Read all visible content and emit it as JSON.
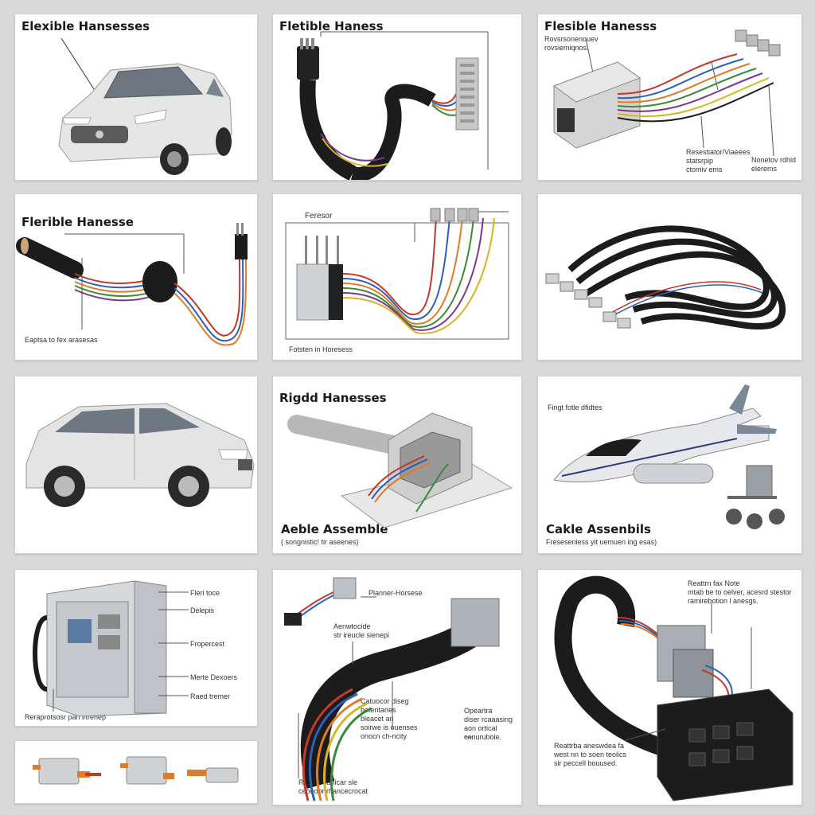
{
  "panels": {
    "p1": {
      "title": "Elexible Hansesses"
    },
    "p2": {
      "title": "Fletible Haness"
    },
    "p3": {
      "title": "Flesible Hanesss",
      "label_a": "Rovsrsonenouev\nrovsiemiqnos.",
      "label_b": "Resestiator/Viaeees\nstatsrpip\nctomiv ems",
      "label_c": "Nonetov rdhid\nelerems"
    },
    "p4": {
      "title": "Flerible Hanesse",
      "caption": "Eaptsa to fex arasesas"
    },
    "p5": {
      "label_top": "Feresor",
      "caption": "Fotsten in Horesess"
    },
    "p7": {},
    "p8": {
      "title": "Rigdd Hanesses",
      "caption_title": "Aeble Assemble",
      "caption": "( songnistic! tir aseenes)"
    },
    "p9": {
      "label_top": "Fingt fotle dfidtes",
      "caption_title": "Cakle Assenbils",
      "caption": "Freseseniess yit uemuen ing esas)"
    },
    "p10": {
      "labels": [
        "Fleri toce",
        "Delepis",
        "Fropercest",
        "Merte Dexoers",
        "Raed tremer"
      ],
      "caption": "Reraprotsosr pan l/trenep"
    },
    "p11": {
      "label_a": "Planner-Horsese",
      "label_b": "Aenwtocide\nstr ireucle sienepi",
      "label_c": "Catuocor diseg\nbetentaries\nbleacet an\nsoirwe is ouenses\nonocn ch-ncity",
      "label_d": "Opeartra\ndiser rcaaasing\naon ortical\ncanuruboie.",
      "caption": "Rootsb sanicar sle\nceoooor rhancecrocat"
    },
    "p12": {
      "label_a": "Reattrn fax Note\nmtab be to oelver, acesrd stestor\nramirebotion l anesgs.",
      "caption": "Reattrba aneswdea fa\nwest nn to soen teolics\nsir peccell bouused."
    }
  },
  "colors": {
    "wire_red": "#c0392b",
    "wire_blue": "#2e5fb8",
    "wire_orange": "#e07b28",
    "wire_green": "#3a8a3a",
    "wire_yellow": "#d9b526",
    "wire_purple": "#7a3a8a",
    "sleeve": "#1c1c1c",
    "metal": "#c8c8c8"
  }
}
